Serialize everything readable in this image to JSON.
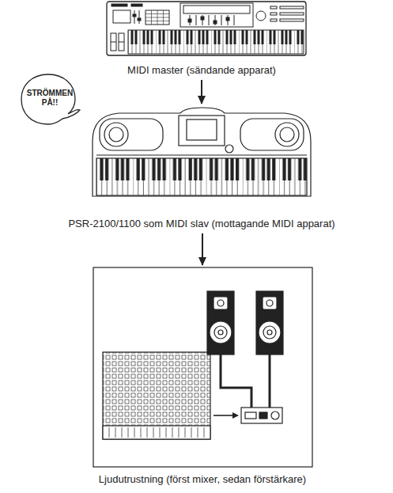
{
  "diagram": {
    "nodes": [
      {
        "text": [
          "MIDI master (sändande apparat)"
        ]
      },
      {
        "text": [
          "STRÖMMEN PÅ!!"
        ]
      },
      {
        "text": [
          "PSR-2100/1100 som MIDI slav (mottagande MIDI apparat)"
        ]
      },
      {
        "text": [
          "Ljudutrustning (först mixer, sedan förstärkare)"
        ]
      }
    ],
    "edges": [
      {
        "from": 0,
        "to": 2,
        "arrow": "to"
      },
      {
        "from": 2,
        "to": 3,
        "arrow": "to"
      }
    ]
  }
}
